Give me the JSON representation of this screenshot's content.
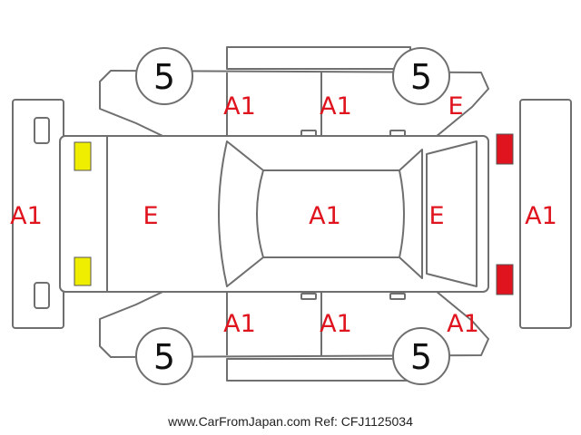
{
  "legend_colors": {
    "yellow": "#f0ee00",
    "red": "#e0141e"
  },
  "wheels": {
    "front_left": "5",
    "front_right": "5",
    "rear_left": "5",
    "rear_right": "5"
  },
  "damage_codes": {
    "front_bumper": "A1",
    "hood": "E",
    "roof": "A1",
    "trunk": "E",
    "rear_bumper": "A1",
    "left_front_door": "A1",
    "left_rear_door": "A1",
    "left_rear_quarter": "E",
    "right_front_door": "A1",
    "right_rear_door": "A1",
    "right_rear_quarter": "A1"
  },
  "footer": {
    "site": "www.CarFromJapan.com",
    "ref": "Ref: CFJ1125034"
  }
}
